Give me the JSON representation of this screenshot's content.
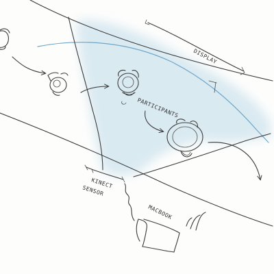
{
  "labels": {
    "display": "DISPLAY",
    "participants": "PARTICIPANTS",
    "kinect_line1": "KINECT",
    "kinect_line2": "SENSOR",
    "macbook": "MACBOOK"
  },
  "colors": {
    "ink": "#3a3a3a",
    "projection_wash": "#cfe4ee",
    "projection_line": "#6fa6c8"
  },
  "icons": [
    "person-topdown-icon",
    "wifi-signal-icon",
    "laptop-icon",
    "arrow-icon"
  ]
}
